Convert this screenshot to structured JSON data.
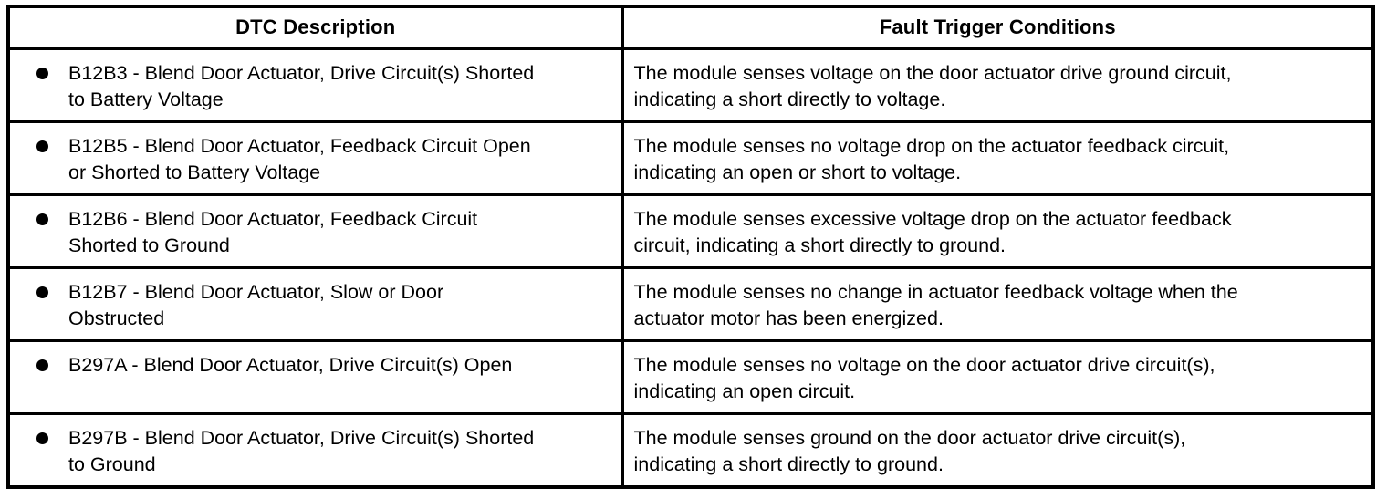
{
  "meta": {
    "title": "Blend Door Actuator DTC table",
    "text_color": "#000000",
    "border_color": "#000000",
    "background_color": "#ffffff",
    "bullet_icon": "filled-circle"
  },
  "table": {
    "columns": [
      {
        "label": "DTC Description"
      },
      {
        "label": "Fault Trigger Conditions"
      }
    ],
    "rows": [
      {
        "dtc": "B12B3 - Blend Door Actuator, Drive Circuit(s) Shorted\nto Battery Voltage",
        "condition": "The module senses voltage on the door actuator drive ground circuit,\nindicating a short directly to voltage."
      },
      {
        "dtc": "B12B5 - Blend Door Actuator, Feedback Circuit Open\nor Shorted to Battery Voltage",
        "condition": "The module senses no voltage drop on the actuator feedback circuit,\nindicating an open or short to voltage."
      },
      {
        "dtc": "B12B6 - Blend Door Actuator, Feedback Circuit\nShorted to Ground",
        "condition": "The module senses excessive voltage drop on the actuator feedback\ncircuit, indicating a short directly to ground."
      },
      {
        "dtc": "B12B7 - Blend Door Actuator, Slow or Door\nObstructed",
        "condition": "The module senses no change in actuator feedback voltage when the\nactuator motor has been energized."
      },
      {
        "dtc": "B297A - Blend Door Actuator, Drive Circuit(s) Open",
        "condition": "The module senses no voltage on the door actuator drive circuit(s),\nindicating an open circuit."
      },
      {
        "dtc": "B297B - Blend Door Actuator, Drive Circuit(s) Shorted\nto Ground",
        "condition": "The module senses ground on the door actuator drive circuit(s),\nindicating a short directly to ground."
      }
    ]
  }
}
